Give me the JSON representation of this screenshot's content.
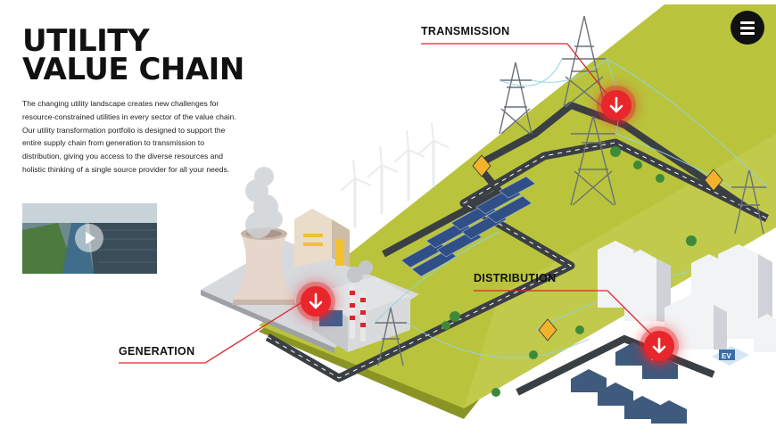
{
  "page": {
    "title_line1": "UTILITY",
    "title_line2": "VALUE CHAIN",
    "description": "The changing utility landscape creates new challenges for resource-constrained utilities in every sector of the value chain. Our utility transformation portfolio is designed to support the entire supply chain from generation to transmission to distribution, giving you access to the diverse resources and holistic thinking of a single source provider for all your needs."
  },
  "video": {
    "play_icon": "play-icon"
  },
  "menu": {
    "icon": "hamburger-menu-icon"
  },
  "hotspots": [
    {
      "label": "TRANSMISSION",
      "icon": "arrow-down-icon"
    },
    {
      "label": "DISTRIBUTION",
      "icon": "arrow-down-icon"
    },
    {
      "label": "GENERATION",
      "icon": "arrow-down-icon"
    }
  ],
  "scene": {
    "ev_sign": "EV",
    "colors": {
      "ground": "#b9c43c",
      "road": "#3a3f44",
      "hotspot": "#e8262b",
      "leader_line": "#d9262b",
      "power_line": "#8fd3e8"
    }
  }
}
